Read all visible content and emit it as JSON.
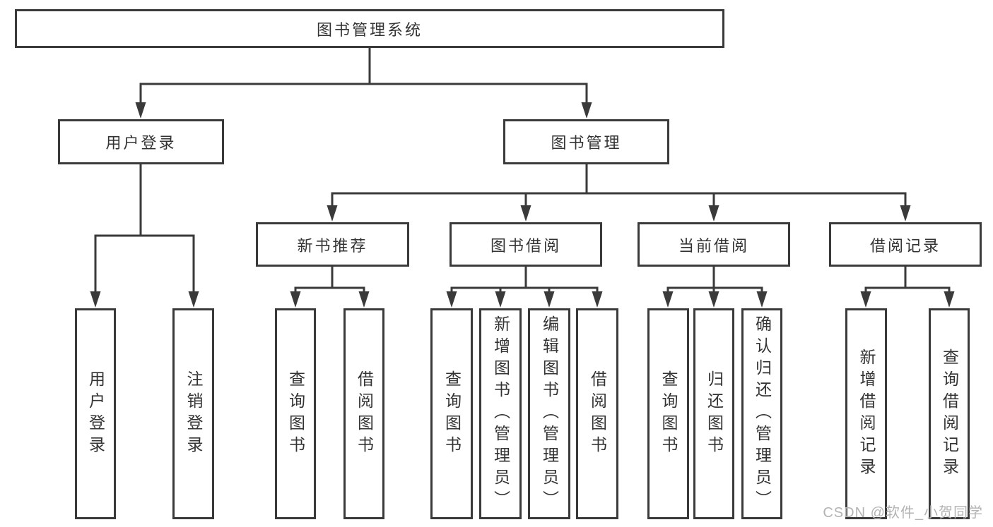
{
  "tree": {
    "label": "图书管理系统",
    "children": [
      {
        "label": "用户登录",
        "children": [
          {
            "label": "用户登录"
          },
          {
            "label": "注销登录"
          }
        ]
      },
      {
        "label": "图书管理",
        "children": [
          {
            "label": "新书推荐",
            "children": [
              {
                "label": "查询图书"
              },
              {
                "label": "借阅图书"
              }
            ]
          },
          {
            "label": "图书借阅",
            "children": [
              {
                "label": "查询图书"
              },
              {
                "label": "新增图书（管理员）"
              },
              {
                "label": "编辑图书（管理员）"
              },
              {
                "label": "借阅图书"
              }
            ]
          },
          {
            "label": "当前借阅",
            "children": [
              {
                "label": "查询图书"
              },
              {
                "label": "归还图书"
              },
              {
                "label": "确认归还（管理员）"
              }
            ]
          },
          {
            "label": "借阅记录",
            "children": [
              {
                "label": "新增借阅记录"
              },
              {
                "label": "查询借阅记录"
              }
            ]
          }
        ]
      }
    ]
  },
  "watermark": {
    "text": "CSDN @软件_小贺同学"
  },
  "colors": {
    "line": "#3a3a3a",
    "text": "#333333",
    "box_fill": "#ffffff",
    "background": "#ffffff",
    "watermark": "#b3b3b3"
  }
}
